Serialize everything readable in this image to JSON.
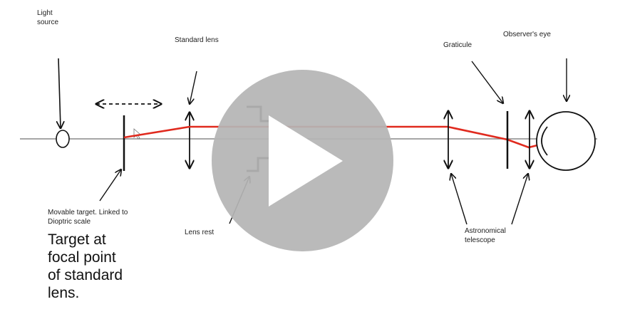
{
  "labels": {
    "light_source": "Light\nsource",
    "standard_lens": "Standard lens",
    "graticule": "Graticule",
    "observers_eye": "Observer's eye",
    "movable_target": "Movable target. Linked to\nDioptric scale",
    "lens_rest": "Lens rest",
    "astronomical_telescope": "Astronomical\ntelescope"
  },
  "caption": "Target at\nfocal point\nof standard\nlens.",
  "player": {
    "button": "play"
  },
  "colors": {
    "ray": "#e02a1e",
    "axis": "#888888",
    "ink": "#111111",
    "play_disc": "#b5b5b5",
    "play_triangle": "#ffffff"
  }
}
